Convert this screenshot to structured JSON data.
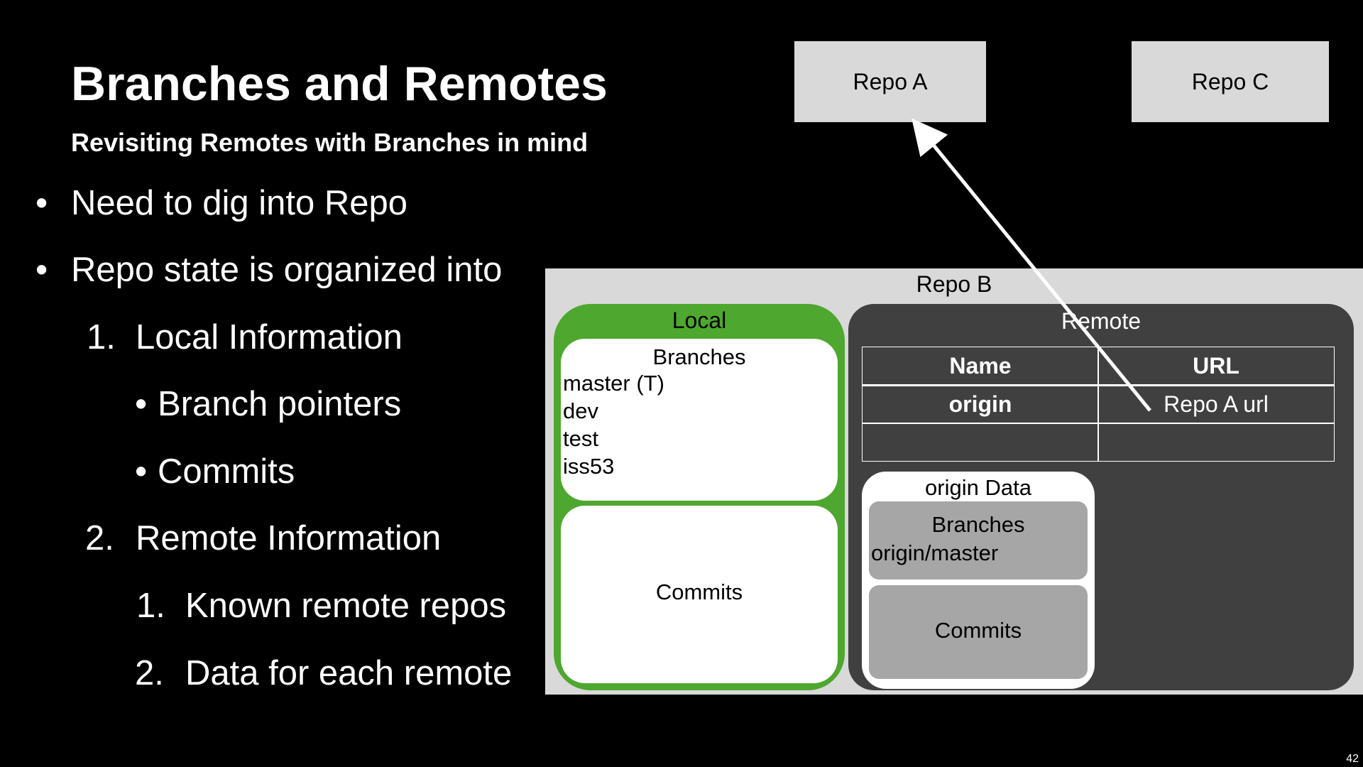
{
  "slide": {
    "title": "Branches and Remotes",
    "subtitle": "Revisiting Remotes with Branches in mind",
    "page_number": "42"
  },
  "bullets": {
    "b1": "Need to dig into Repo",
    "b2": "Repo state is organized into",
    "n1_marker": "1.",
    "n1": "Local Information",
    "s1": "Branch pointers",
    "s2": "Commits",
    "n2_marker": "2.",
    "n2": "Remote Information",
    "m1_marker": "1.",
    "m1": "Known remote repos",
    "m2_marker": "2.",
    "m2": "Data for each remote",
    "bullet_glyph": "•"
  },
  "diagram": {
    "repo_a": "Repo A",
    "repo_c": "Repo C",
    "repo_b": "Repo B",
    "local": {
      "label": "Local",
      "branches_title": "Branches",
      "branches": [
        "master (T)",
        "dev",
        "test",
        "iss53"
      ],
      "commits": "Commits"
    },
    "remote": {
      "label": "Remote",
      "table_headers": [
        "Name",
        "URL"
      ],
      "rows": [
        [
          "origin",
          "Repo A url"
        ],
        [
          "",
          ""
        ]
      ],
      "origin_data": {
        "title": "origin Data",
        "branches_title": "Branches",
        "branches": [
          "origin/master"
        ],
        "commits": "Commits"
      }
    },
    "colors": {
      "background": "#000000",
      "repo_box": "#d9d9d9",
      "local_green": "#4ea72e",
      "remote_dark": "#404040",
      "origin_grey": "#a6a6a6"
    }
  }
}
